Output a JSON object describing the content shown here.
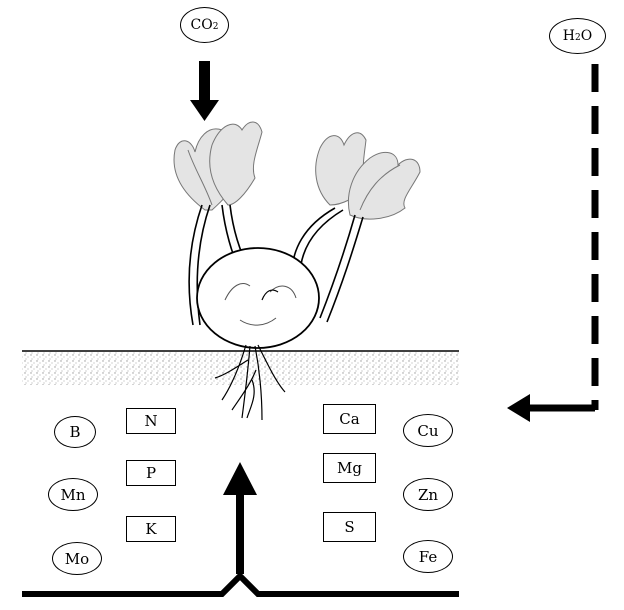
{
  "gases": {
    "co2": {
      "main": "CO",
      "sub": "2",
      "tail": ""
    },
    "h2o": {
      "main": "H",
      "sub": "2",
      "tail": "O"
    }
  },
  "micronutrients_left": [
    "B",
    "Mn",
    "Mo"
  ],
  "macronutrients_left": [
    "N",
    "P",
    "K"
  ],
  "macronutrients_right": [
    "Ca",
    "Mg",
    "S"
  ],
  "micronutrients_right": [
    "Cu",
    "Zn",
    "Fe"
  ]
}
